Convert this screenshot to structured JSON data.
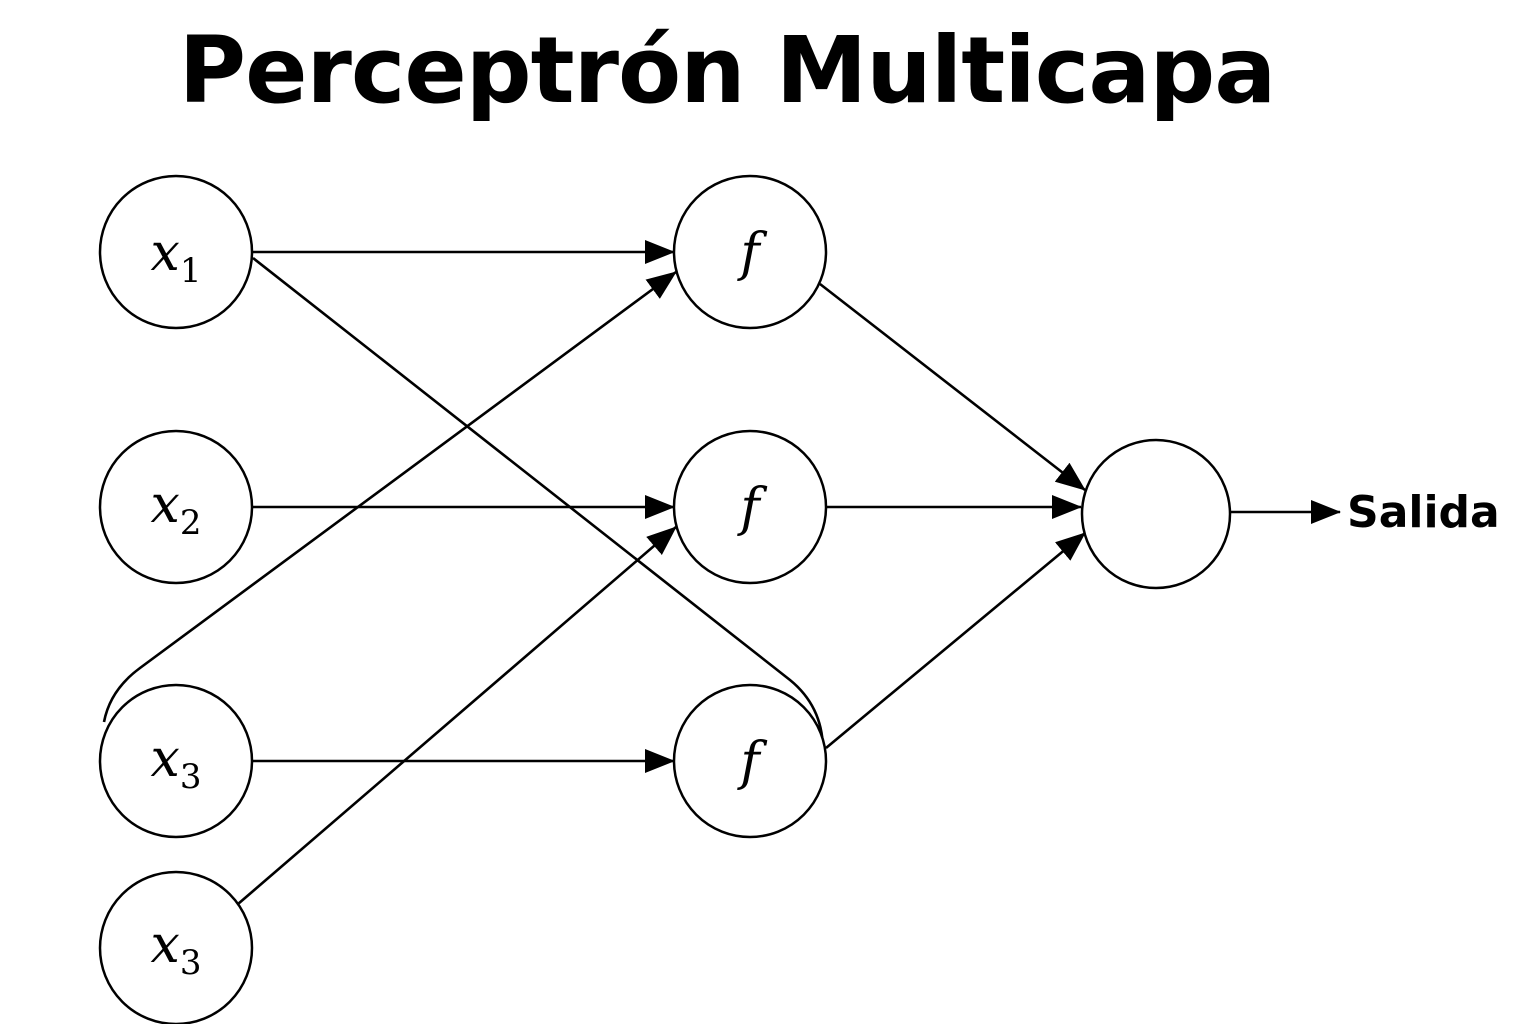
{
  "title": "Perceptrón Multicapa",
  "colors": {
    "stroke": "#000000",
    "background": "#ffffff"
  },
  "inputs": [
    {
      "var": "x",
      "sub": "1"
    },
    {
      "var": "x",
      "sub": "2"
    },
    {
      "var": "x",
      "sub": "3"
    },
    {
      "var": "x",
      "sub": "3"
    }
  ],
  "hidden": [
    {
      "label": "f"
    },
    {
      "label": "f"
    },
    {
      "label": "f"
    }
  ],
  "output": {
    "label": ""
  },
  "output_label": "Salida"
}
